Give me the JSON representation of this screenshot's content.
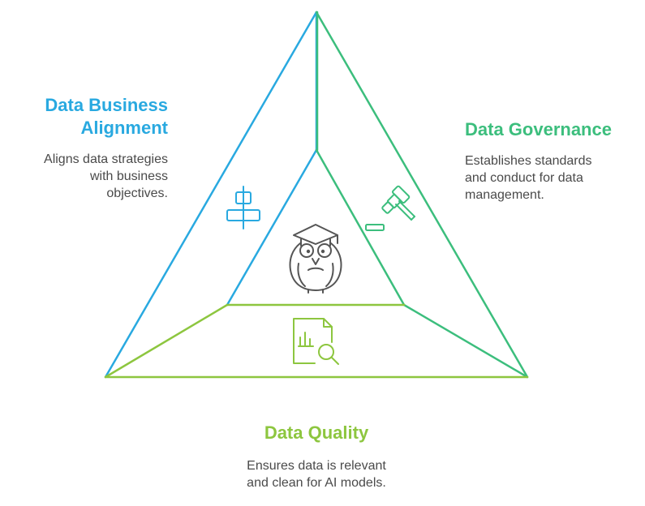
{
  "colors": {
    "alignment": "#29a9e0",
    "governance": "#3cbe7d",
    "quality": "#8dc63f",
    "icon_dark": "#555555",
    "desc_text": "#4a4a4a"
  },
  "sections": {
    "alignment": {
      "title": "Data Business\nAlignment",
      "description": "Aligns data strategies\nwith business\nobjectives.",
      "icon": "align-vertical-center-icon"
    },
    "governance": {
      "title": "Data Governance",
      "description": "Establishes standards\nand conduct for data\nmanagement.",
      "icon": "gavel-icon"
    },
    "quality": {
      "title": "Data Quality",
      "description": "Ensures data is relevant\nand clean for AI models.",
      "icon": "report-search-icon"
    }
  },
  "center_icon": "owl-graduate-icon"
}
